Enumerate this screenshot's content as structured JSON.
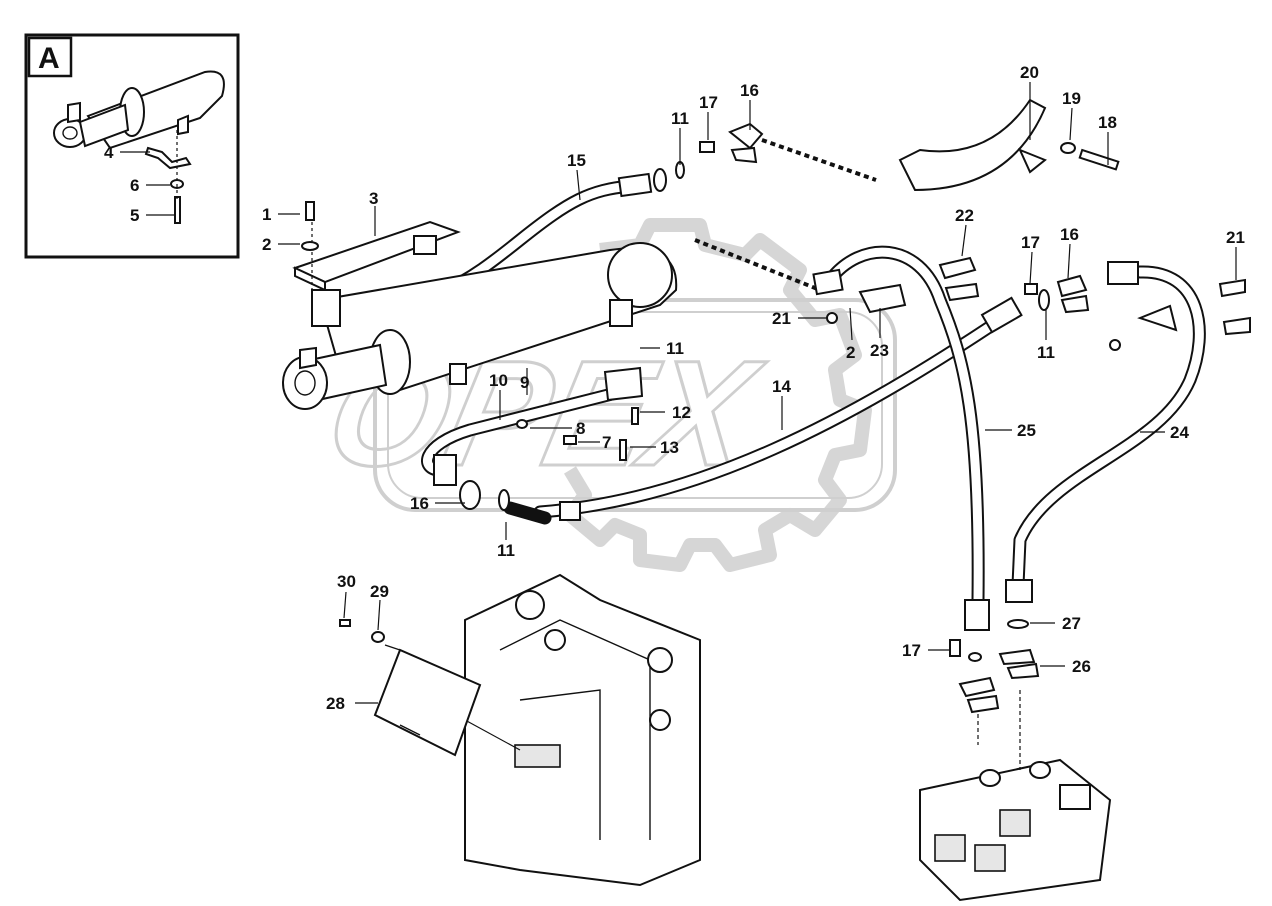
{
  "inset": {
    "letter": "A",
    "labels": [
      "4",
      "6",
      "5"
    ]
  },
  "watermark": {
    "text": "OPEX"
  },
  "callouts": {
    "c1": "1",
    "c2": "2",
    "c3": "3",
    "c15": "15",
    "c11a": "11",
    "c17a": "17",
    "c16a": "16",
    "c20": "20",
    "c19": "19",
    "c18": "18",
    "c22": "22",
    "c17b": "17",
    "c16b": "16",
    "c21a": "21",
    "c21b": "21",
    "c2b": "2",
    "c23": "23",
    "c11b": "11",
    "c11c": "11",
    "c10": "10",
    "c9": "9",
    "c14": "14",
    "c12": "12",
    "c8": "8",
    "c7": "7",
    "c13": "13",
    "c25": "25",
    "c24": "24",
    "c16c": "16",
    "c11d": "11",
    "c30": "30",
    "c29": "29",
    "c28": "28",
    "c17c": "17",
    "c27": "27",
    "c26": "26"
  }
}
